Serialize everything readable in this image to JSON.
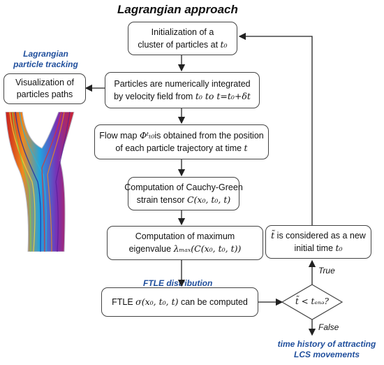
{
  "title": "Lagrangian approach",
  "side_labels": {
    "particle_tracking_1": "Lagrangian",
    "particle_tracking_2": "particle tracking",
    "ftle_distribution": "FTLE distribution",
    "output_1": "time history of attracting",
    "output_2": "LCS movements"
  },
  "boxes": {
    "init_1": "Initialization of a",
    "init_2": "cluster of particles at ",
    "init_2_math": "t₀",
    "integrate_1": "Particles are numerically integrated",
    "integrate_2": "by velocity field from ",
    "integrate_2_math": "t₀ to t=t₀+δt",
    "visualization_1": "Visualization of",
    "visualization_2": "particles paths",
    "flowmap_1a": "Flow map ",
    "flowmap_1_math": "Φᵗₜ₀",
    "flowmap_1b": "is obtained from the position",
    "flowmap_2": "of each particle trajectory at time ",
    "flowmap_2_math": "t",
    "cauchy_1": "Computation of Cauchy-Green",
    "cauchy_2": "strain tensor ",
    "cauchy_2_math": "C(x₀, t₀, t)",
    "eigen_1": "Computation of maximum",
    "eigen_2": "eigenvalue ",
    "eigen_2_math": "λₘₐₓ(C(x₀, t₀, t))",
    "ftle_1": "FTLE ",
    "ftle_1_math": "σ(x₀, t₀, t)",
    "ftle_1b": " can be computed",
    "decision_math": "t̃ < tₑₙₔ?",
    "newtime_1_math": "t̃",
    "newtime_1": " is considered as a new",
    "newtime_2": "initial time ",
    "newtime_2_math": "t₀"
  },
  "edge_labels": {
    "true": "True",
    "false": "False"
  },
  "colors": {
    "accent_blue": "#1f4e9c",
    "box_border": "#444444",
    "arrow": "#222222"
  }
}
